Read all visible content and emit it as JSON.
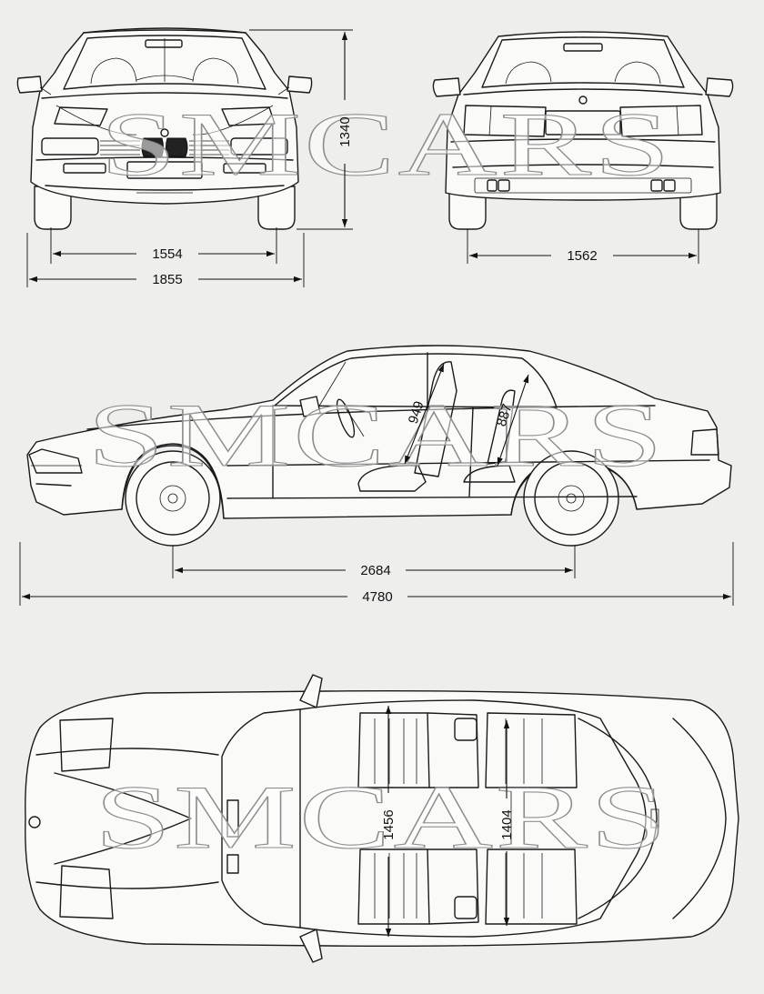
{
  "watermark": {
    "text": "SMCARS"
  },
  "dimensions": {
    "front_track": "1554",
    "overall_width": "1855",
    "overall_height": "1340",
    "rear_track": "1562",
    "headroom_front": "949",
    "headroom_rear": "887",
    "wheelbase": "2684",
    "overall_length": "4780",
    "shoulder_width_front": "1456",
    "shoulder_width_rear": "1404"
  },
  "colors": {
    "paper": "#eeeeec",
    "ink": "#1a1a1a"
  }
}
